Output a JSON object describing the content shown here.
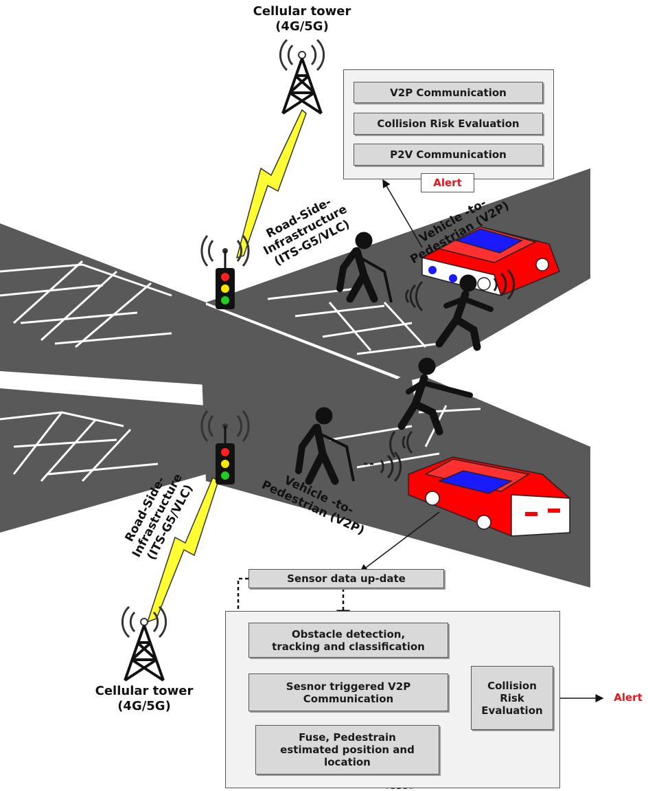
{
  "towers": {
    "top": {
      "line1": "Cellular tower",
      "line2": "(4G/5G)"
    },
    "bottom": {
      "line1": "Cellular tower",
      "line2": "(4G/5G)"
    }
  },
  "rsi": {
    "top": {
      "line1": "Road-Side-",
      "line2": "Infrastructure",
      "line3": "(ITS-G5/VLC)"
    },
    "bottom": {
      "line1": "Road-Side-",
      "line2": "Infrastructure",
      "line3": "(ITS-G5/VLC)"
    }
  },
  "v2p": {
    "top": {
      "line1": "Vehicle -to-",
      "line2": "Pedestrian (V2P)"
    },
    "bottom": {
      "line1": "Vehicle -to-",
      "line2": "Pedestrian (V2P)"
    }
  },
  "top_panel": {
    "steps": [
      "V2P Communication",
      "Collision Risk Evaluation",
      "P2V Communication"
    ],
    "alert": "Alert"
  },
  "bottom_panel": {
    "sensor_update": "Sensor data up-date",
    "obstacle": {
      "line1": "Obstacle detection,",
      "line2": "tracking and classification"
    },
    "triggered": {
      "line1": "Sesnor triggered V2P",
      "line2": "Communication"
    },
    "fuse": {
      "line1": "Fuse, Pedestrain",
      "line2": "estimated position and",
      "line3": "location"
    },
    "collision": {
      "line1": "Collision",
      "line2": "Risk",
      "line3": "Evaluation"
    },
    "alert": "Alert"
  },
  "colors": {
    "road": "#5a5a5a",
    "car_body": "#ff0000",
    "car_window": "#1a1aff",
    "lightning": "#ffff33",
    "alert": "#e8141b"
  }
}
